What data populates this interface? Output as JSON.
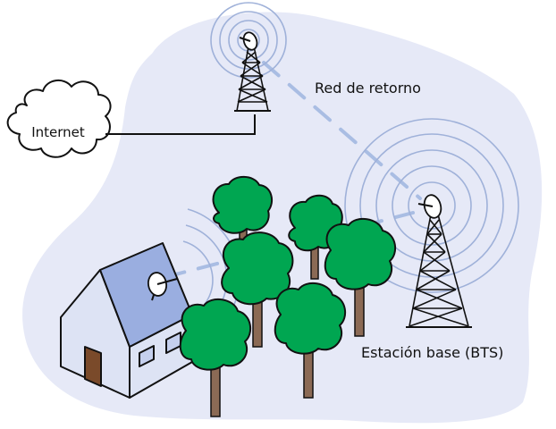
{
  "labels": {
    "internet": "Internet",
    "backhaul": "Red de retorno",
    "base_station": "Estación base (BTS)"
  },
  "colors": {
    "blob_background": "#e6e9f7",
    "radio_waves": "#9fb1d9",
    "link_dash": "#a9bde3",
    "tree_green": "#00a651",
    "trunk_brown": "#8b6a55",
    "house_wall": "#dde3f4",
    "house_roof": "#9aaee0",
    "door": "#7a4a2a"
  },
  "icons": [
    "cloud-icon",
    "tower-icon",
    "house-icon",
    "tree-icon",
    "satellite-dish-icon"
  ]
}
